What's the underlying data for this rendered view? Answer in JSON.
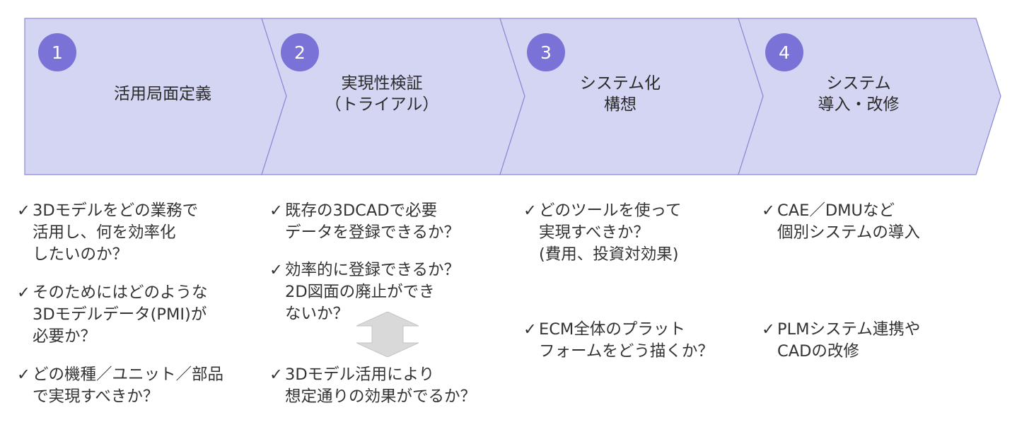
{
  "colors": {
    "chevron_fill": "#d4d4f3",
    "chevron_stroke": "#8d87d4",
    "badge_fill": "#7a72d6",
    "arrow_fill": "#d9d9d9"
  },
  "steps": [
    {
      "number": "1",
      "title": "活用局面定義"
    },
    {
      "number": "2",
      "title": "実現性検証\n（トライアル）"
    },
    {
      "number": "3",
      "title": "システム化\n構想"
    },
    {
      "number": "4",
      "title": "システム\n導入・改修"
    }
  ],
  "check_mark": "✓",
  "columns": [
    [
      "3Dモデルをどの業務で\n活用し、何を効率化\nしたいのか？",
      "そのためにはどのような\n3Dモデルデータ(PMI)が\n必要か？",
      "どの機種／ユニット／部品\nで実現すべきか？"
    ],
    [
      "既存の3DCADで必要\nデータを登録できるか？",
      "効率的に登録できるか？\n2D図面の廃止ができ\nないか？",
      "3Dモデル活用により\n想定通りの効果がでるか？"
    ],
    [
      "どのツールを使って\n実現すべきか？\n(費用、投資対効果)",
      "ECM全体のプラット\nフォームをどう描くか？"
    ],
    [
      "CAE／DMUなど\n個別システムの導入",
      "PLMシステム連携や\nCADの改修"
    ]
  ]
}
